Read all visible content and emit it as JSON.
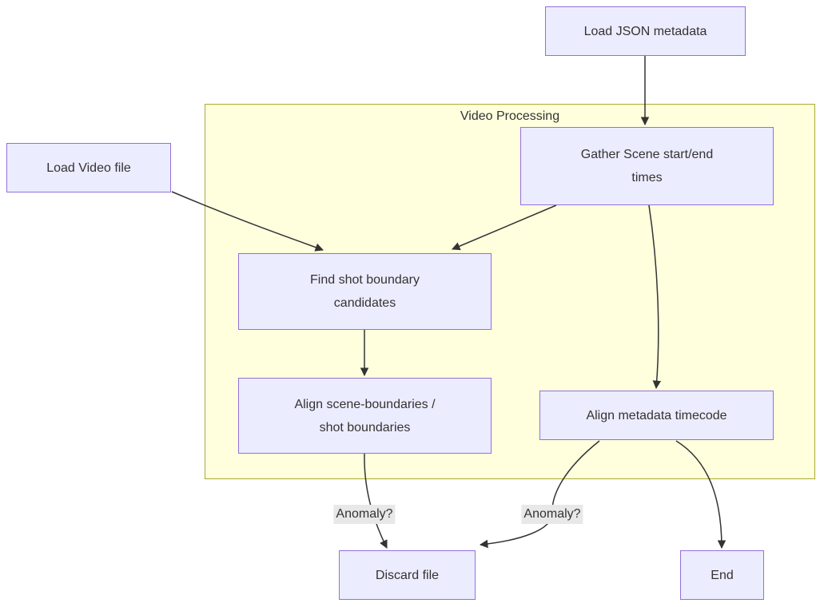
{
  "diagram": {
    "type": "flowchart",
    "cluster": {
      "label": "Video Processing"
    },
    "nodes": {
      "load_json": {
        "lines": [
          "Load JSON metadata"
        ]
      },
      "load_video": {
        "lines": [
          "Load Video file"
        ]
      },
      "gather_scene": {
        "lines": [
          "Gather Scene start/end",
          "times"
        ]
      },
      "find_shot": {
        "lines": [
          "Find shot boundary",
          "candidates"
        ]
      },
      "align_scene": {
        "lines": [
          "Align scene-boundaries /",
          "shot boundaries"
        ]
      },
      "align_metadata": {
        "lines": [
          "Align metadata timecode"
        ]
      },
      "discard": {
        "lines": [
          "Discard file"
        ]
      },
      "end": {
        "lines": [
          "End"
        ]
      }
    },
    "edges": [
      {
        "from": "load_json",
        "to": "gather_scene",
        "label": ""
      },
      {
        "from": "load_video",
        "to": "find_shot",
        "label": ""
      },
      {
        "from": "gather_scene",
        "to": "find_shot",
        "label": ""
      },
      {
        "from": "gather_scene",
        "to": "align_metadata",
        "label": ""
      },
      {
        "from": "find_shot",
        "to": "align_scene",
        "label": ""
      },
      {
        "from": "align_scene",
        "to": "discard",
        "label": "Anomaly?"
      },
      {
        "from": "align_metadata",
        "to": "discard",
        "label": "Anomaly?"
      },
      {
        "from": "align_metadata",
        "to": "end",
        "label": ""
      }
    ],
    "colors": {
      "node_fill": "#ECECFF",
      "node_border": "#9370DB",
      "cluster_fill": "#FFFFDE",
      "cluster_border": "#AAAA33",
      "edge": "#333333",
      "edge_label_bg": "#E8E8E8",
      "text": "#333333",
      "background": "#FFFFFF"
    }
  }
}
